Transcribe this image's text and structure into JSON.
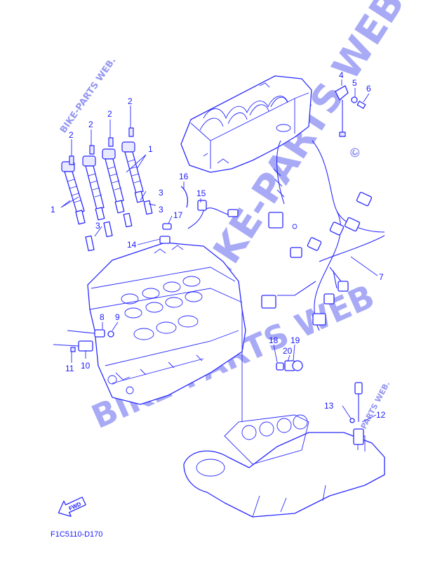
{
  "diagram": {
    "code": "F1C5110-D170",
    "fwd": "FWD",
    "watermarks": {
      "corner_top": "BIKE-PARTS WEB.",
      "corner_right": "BIKE-PARTS WEB.",
      "diagonal_main": "BIKE-PARTS WEB",
      "diagonal_lower": "BIKE-PARTS WEB",
      "copyright": "©"
    },
    "callouts": [
      "1",
      "1",
      "2",
      "2",
      "2",
      "2",
      "3",
      "3",
      "3",
      "4",
      "5",
      "6",
      "7",
      "8",
      "9",
      "10",
      "11",
      "12",
      "13",
      "14",
      "15",
      "16",
      "17",
      "18",
      "19",
      "20"
    ]
  }
}
